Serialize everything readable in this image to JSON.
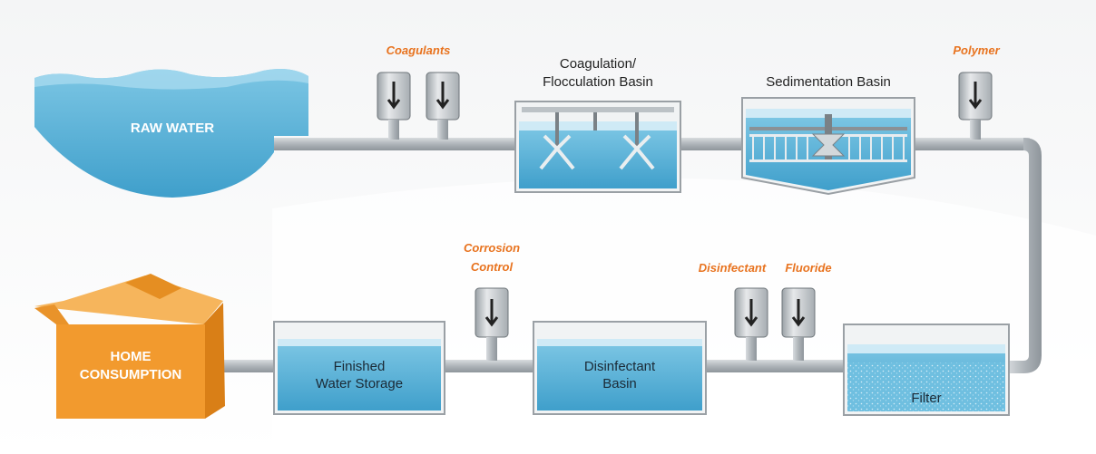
{
  "labels": {
    "raw_water": "RAW WATER",
    "home_line1": "HOME",
    "home_line2": "CONSUMPTION",
    "coag_basin_line1": "Coagulation/",
    "coag_basin_line2": "Flocculation Basin",
    "sed_basin": "Sedimentation Basin",
    "filter": "Filter",
    "disinfectant_basin_line1": "Disinfectant",
    "disinfectant_basin_line2": "Basin",
    "finished_storage_line1": "Finished",
    "finished_storage_line2": "Water Storage"
  },
  "chemicals": {
    "coagulants": "Coagulants",
    "polymer": "Polymer",
    "corrosion_line1": "Corrosion",
    "corrosion_line2": "Control",
    "disinfectant": "Disinfectant",
    "fluoride": "Fluoride"
  },
  "colors": {
    "water": "#5ab4d8",
    "water_light": "#bfe3f2",
    "pipe": "#b9bfc4",
    "chemical_label": "#e8731f",
    "house": "#f29a2e"
  }
}
